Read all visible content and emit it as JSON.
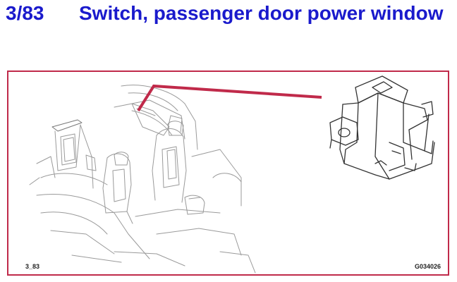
{
  "header": {
    "code": "3/83",
    "title": "Switch, passenger door power window"
  },
  "figure": {
    "id_label": "3_83",
    "ref_code": "G034026",
    "frame_color": "#c02a4a",
    "leader_color": "#c02a4a",
    "icons": [
      "car-interior-illustration-icon",
      "window-switch-illustration-icon"
    ]
  }
}
